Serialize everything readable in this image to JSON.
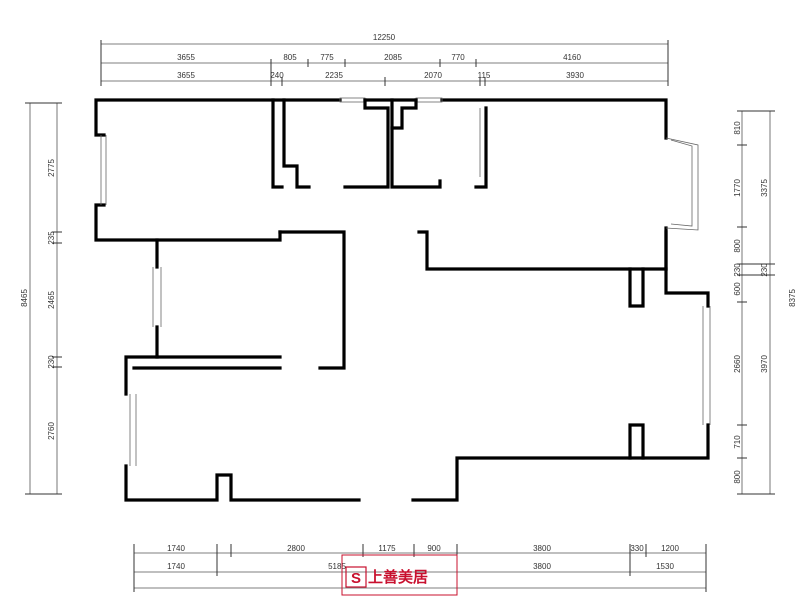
{
  "dimensions": {
    "top_total": "12250",
    "top_row1": [
      "3655",
      "805",
      "775",
      "2085",
      "770",
      "4160"
    ],
    "top_row2": [
      "3655",
      "240",
      "2235",
      "2070",
      "115",
      "3930"
    ],
    "left_total": "8465",
    "left_row": [
      "2775",
      "235",
      "2465",
      "230",
      "2760"
    ],
    "right_total": "8375",
    "right_row1": [
      "810",
      "1770",
      "800",
      "230",
      "600",
      "2660",
      "710",
      "800"
    ],
    "right_row2": [
      "3375",
      "230",
      "3970"
    ],
    "bottom_row1": [
      "1740",
      "2800",
      "1175",
      "900",
      "3800",
      "330",
      "1200"
    ],
    "bottom_row2": [
      "1740",
      "5185",
      "3800",
      "1530"
    ]
  },
  "brand": {
    "logo_text": "上善美居",
    "logo_mark": "S",
    "color": "#c8102e"
  }
}
